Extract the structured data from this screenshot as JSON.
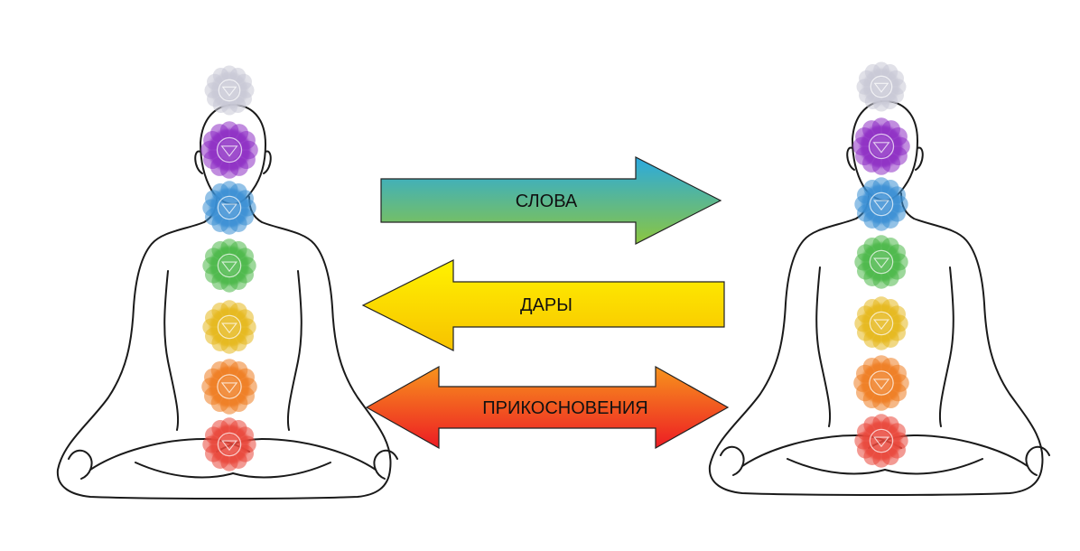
{
  "arrows": [
    {
      "id": "words",
      "label": "СЛОВА",
      "direction": "right",
      "gradient": [
        "#2aa9e0",
        "#8cc63f"
      ]
    },
    {
      "id": "gifts",
      "label": "ДАРЫ",
      "direction": "left",
      "gradient": [
        "#fff200",
        "#f7c200"
      ]
    },
    {
      "id": "touches",
      "label": "ПРИКОСНОВЕНИЯ",
      "direction": "both",
      "gradient": [
        "#f7941d",
        "#ed1c24"
      ]
    }
  ],
  "figures": [
    {
      "id": "left-person"
    },
    {
      "id": "right-person"
    }
  ],
  "chakras": [
    {
      "name": "crown",
      "color": "#c9c9d6"
    },
    {
      "name": "third-eye",
      "color": "#8e2fc4"
    },
    {
      "name": "throat",
      "color": "#3a8fd4"
    },
    {
      "name": "heart",
      "color": "#4cb848"
    },
    {
      "name": "solar-plexus",
      "color": "#e6b81e"
    },
    {
      "name": "sacral",
      "color": "#ef7d22"
    },
    {
      "name": "root",
      "color": "#e9473a"
    }
  ]
}
